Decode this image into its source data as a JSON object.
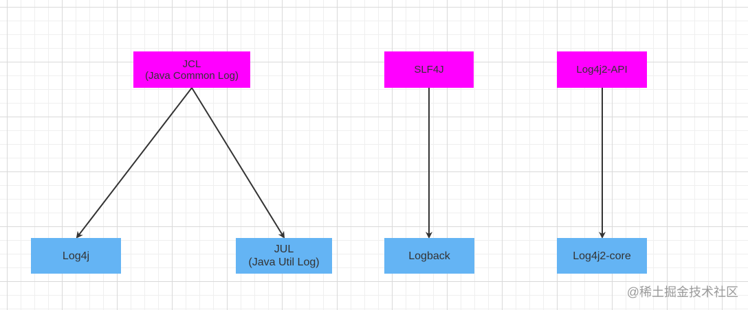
{
  "diagram": {
    "nodes": {
      "jcl": {
        "line1": "JCL",
        "line2": "(Java Common Log)"
      },
      "slf4j": {
        "line1": "SLF4J"
      },
      "log4j2_api": {
        "line1": "Log4j2-API"
      },
      "log4j": {
        "line1": "Log4j"
      },
      "jul": {
        "line1": "JUL",
        "line2": "(Java Util Log)"
      },
      "logback": {
        "line1": "Logback"
      },
      "log4j2_core": {
        "line1": "Log4j2-core"
      }
    },
    "edges": [
      {
        "from": "JCL",
        "to": "Log4j"
      },
      {
        "from": "JCL",
        "to": "JUL"
      },
      {
        "from": "SLF4J",
        "to": "Logback"
      },
      {
        "from": "Log4j2-API",
        "to": "Log4j2-core"
      }
    ]
  },
  "watermark": "@稀土掘金技术社区",
  "colors": {
    "api_node": "#ff00ff",
    "impl_node": "#64b4f4",
    "arrow": "#333333",
    "grid": "#d9d9d9"
  }
}
